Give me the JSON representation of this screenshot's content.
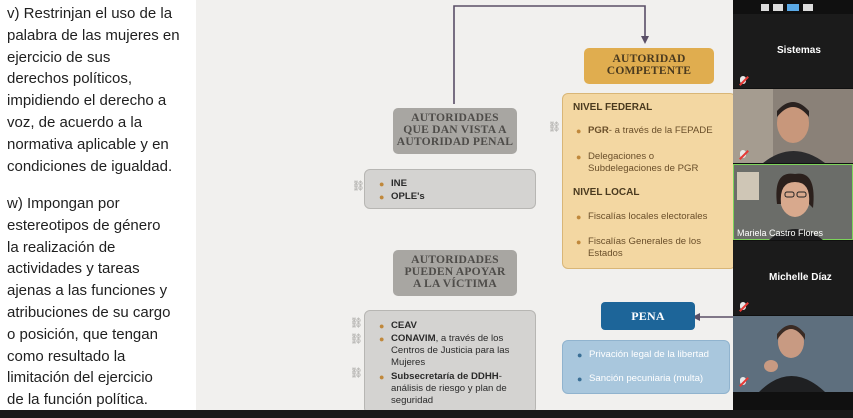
{
  "left_text": {
    "para1": [
      "v) Restrinjan el uso de la",
      "palabra de las mujeres en",
      "ejercicio de sus",
      "derechos políticos,",
      "impidiendo el derecho a",
      "voz, de acuerdo a la",
      "normativa aplicable y en",
      "condiciones de igualdad."
    ],
    "para2": [
      "w) Impongan por",
      "estereotipos de género",
      "la realización de",
      "actividades y tareas",
      "ajenas a las funciones y",
      "atribuciones de su cargo",
      "o posición, que tengan",
      "como resultado la",
      "limitación del ejercicio",
      "de la función política."
    ]
  },
  "diagram": {
    "autoridad_competente": [
      "AUTORIDAD",
      "COMPETENTE"
    ],
    "dan_vista": [
      "AUTORIDADES",
      "QUE DAN VISTA A",
      "AUTORIDAD PENAL"
    ],
    "dan_vista_items": [
      "INE",
      "OPLE's"
    ],
    "nivel_federal": "NIVEL FEDERAL",
    "federal_items": [
      {
        "bold": "PGR",
        "rest": "- a través de la FEPADE",
        "lines": []
      },
      {
        "bold": "",
        "rest": "",
        "lines": [
          "Delegaciones o",
          "Subdelegaciones de PGR"
        ]
      }
    ],
    "nivel_local": "NIVEL LOCAL",
    "local_items": [
      {
        "lines": [
          "Fiscalías locales electorales"
        ]
      },
      {
        "lines": [
          "Fiscalías Generales de los",
          "Estados"
        ]
      }
    ],
    "apoyar": [
      "AUTORIDADES",
      "PUEDEN APOYAR",
      "A LA VÍCTIMA"
    ],
    "apoyar_items": [
      {
        "bold": "CEAV",
        "rest": "",
        "lines": []
      },
      {
        "bold": "CONAVIM",
        "rest": ", a través de los",
        "lines": [
          "Centros de Justicia para las",
          "Mujeres"
        ]
      },
      {
        "bold": "Subsecretaría de DDHH",
        "rest": "-",
        "lines": [
          "análisis de riesgo y plan de",
          "seguridad"
        ]
      }
    ],
    "pena": "PENA",
    "pena_items": [
      "Privación legal de la libertad",
      "Sanción pecuniaria (multa)"
    ]
  },
  "participants": [
    {
      "name": "Sistemas",
      "muted": true,
      "video": false
    },
    {
      "name": "",
      "muted": true,
      "video": true
    },
    {
      "name": "Mariela Castro Flores",
      "muted": false,
      "video": true
    },
    {
      "name": "Michelle Díaz",
      "muted": true,
      "video": false
    },
    {
      "name": "",
      "muted": true,
      "video": true
    }
  ],
  "colors": {
    "gray_tag": "#a8a6a2",
    "gold_tag": "#e0ad4f",
    "blue_tag": "#1d6599",
    "slide_bg": "#f1f0ee",
    "sidebar_bg": "#101010"
  }
}
